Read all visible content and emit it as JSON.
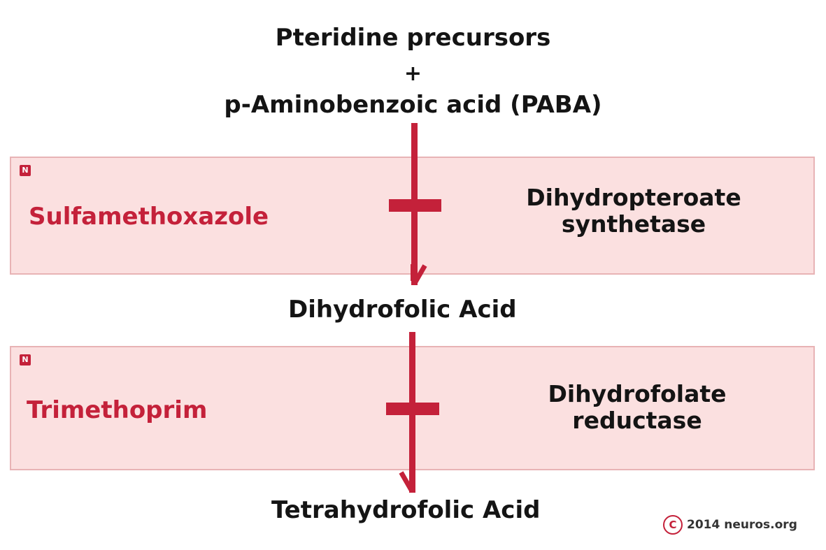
{
  "substrates": {
    "line1": "Pteridine precursors",
    "plus": "+",
    "line2": "p-Aminobenzoic acid (PABA)"
  },
  "steps": [
    {
      "drug": "Sulfamethoxazole",
      "enzyme_line1": "Dihydropteroate",
      "enzyme_line2": "synthetase",
      "logo": "N"
    },
    {
      "drug": "Trimethoprim",
      "enzyme_line1": "Dihydrofolate",
      "enzyme_line2": "reductase",
      "logo": "N"
    }
  ],
  "intermediate": "Dihydrofolic Acid",
  "product": "Tetrahydrofolic Acid",
  "copyright": {
    "symbol": "C",
    "year": "2014",
    "site": "neuros.org"
  },
  "colors": {
    "accent": "#c4213a",
    "box_fill": "#fbe0e0",
    "box_border": "#e8b3b5",
    "text": "#141414"
  }
}
